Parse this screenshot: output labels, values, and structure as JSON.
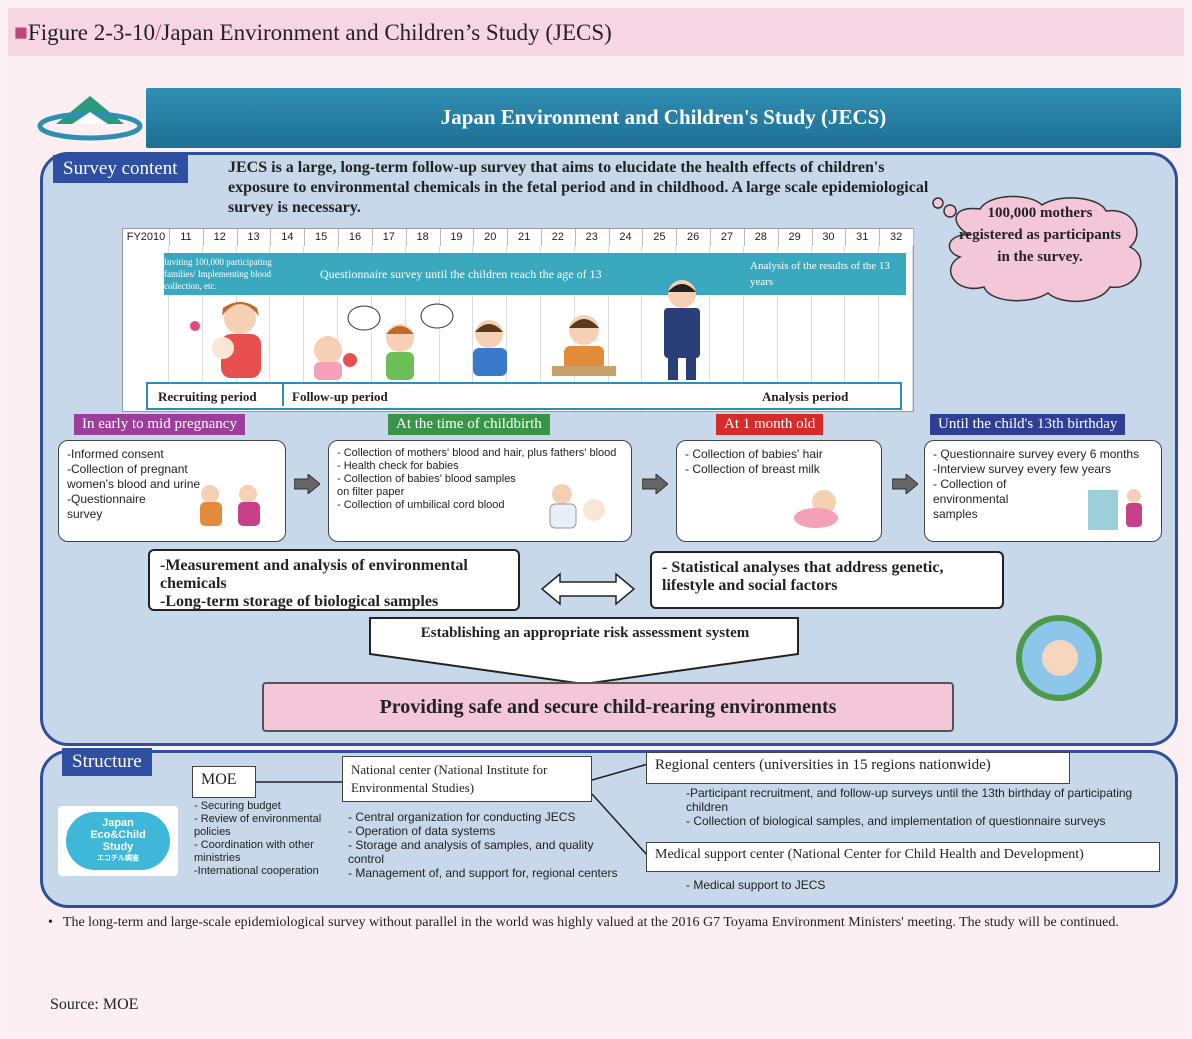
{
  "figure": {
    "marker": "■",
    "label": "Figure 2-3-10",
    "slash": "/",
    "title": "Japan Environment and Children’s Study (JECS)"
  },
  "banner": {
    "title": "Japan Environment and Children's Study (JECS)"
  },
  "survey": {
    "tag": "Survey content",
    "description": "JECS is a large, long-term follow-up survey that aims to elucidate the health effects of children's exposure to environmental chemicals in the fetal period and in childhood. A large scale epidemiological survey is necessary.",
    "cloud": "100,000 mothers registered as participants in the survey."
  },
  "timeline": {
    "years": [
      "FY2010",
      "11",
      "12",
      "13",
      "14",
      "15",
      "16",
      "17",
      "18",
      "19",
      "20",
      "21",
      "22",
      "23",
      "24",
      "25",
      "26",
      "27",
      "28",
      "29",
      "30",
      "31",
      "32"
    ],
    "bar_recruit": "Inviting 100,000 participating families/ Implementing blood collection, etc.",
    "bar_questionnaire": "Questionnaire survey until the children reach the age of 13",
    "bar_analysis": "Analysis of the results of the 13 years",
    "periods": {
      "recruiting": "Recruiting period",
      "followup": "Follow-up period",
      "analysis": "Analysis period"
    }
  },
  "stages": [
    {
      "label": "In early to mid pregnancy",
      "color": "#9c3e9a",
      "items": [
        "-Informed consent",
        "-Collection of pregnant women's blood and urine",
        "-Questionnaire survey"
      ]
    },
    {
      "label": "At the time of childbirth",
      "color": "#3a9448",
      "items": [
        "- Collection of mothers' blood and hair, plus fathers' blood",
        "- Health check for babies",
        "- Collection of babies' blood samples on filter paper",
        "- Collection of umbilical cord blood"
      ]
    },
    {
      "label": "At 1 month old",
      "color": "#d62b2b",
      "items": [
        "- Collection of babies' hair",
        "- Collection of breast milk"
      ]
    },
    {
      "label": "Until the child's 13th birthday",
      "color": "#2f3f96",
      "items": [
        "- Questionnaire survey every 6 months",
        "-Interview survey every few years",
        "- Collection of environmental samples"
      ]
    }
  ],
  "analysis": {
    "left": [
      "-Measurement and analysis of environmental chemicals",
      "-Long-term storage of biological samples"
    ],
    "right": "- Statistical analyses that address genetic, lifestyle and social factors",
    "risk": "Establishing an appropriate risk assessment system",
    "goal": "Providing safe and secure child-rearing environments"
  },
  "structure": {
    "tag": "Structure",
    "logo_text": [
      "Japan",
      "Eco&Child",
      "Study",
      "エコチル調査"
    ],
    "moe": {
      "title": "MOE",
      "items": [
        "- Securing budget",
        "- Review of environmental policies",
        "- Coordination with other ministries",
        "-International cooperation"
      ]
    },
    "national": {
      "title": "National center (National Institute for Environmental Studies)",
      "items": [
        "- Central organization for conducting JECS",
        "- Operation of data systems",
        "- Storage and analysis of samples, and quality control",
        "- Management of, and support for, regional centers"
      ]
    },
    "regional": {
      "title": "Regional centers (universities in 15 regions nationwide)",
      "items": [
        "-Participant recruitment, and follow-up surveys until the 13th birthday of participating children",
        "- Collection of biological samples, and implementation of questionnaire surveys"
      ]
    },
    "medical": {
      "title": "Medical support center (National Center for Child Health and Development)",
      "items": [
        "- Medical support to JECS"
      ]
    }
  },
  "note": "The long-term and large-scale epidemiological survey without parallel in the world was highly valued at the 2016 G7 Toyama Environment Ministers' meeting. The study will be continued.",
  "source": "Source: MOE"
}
